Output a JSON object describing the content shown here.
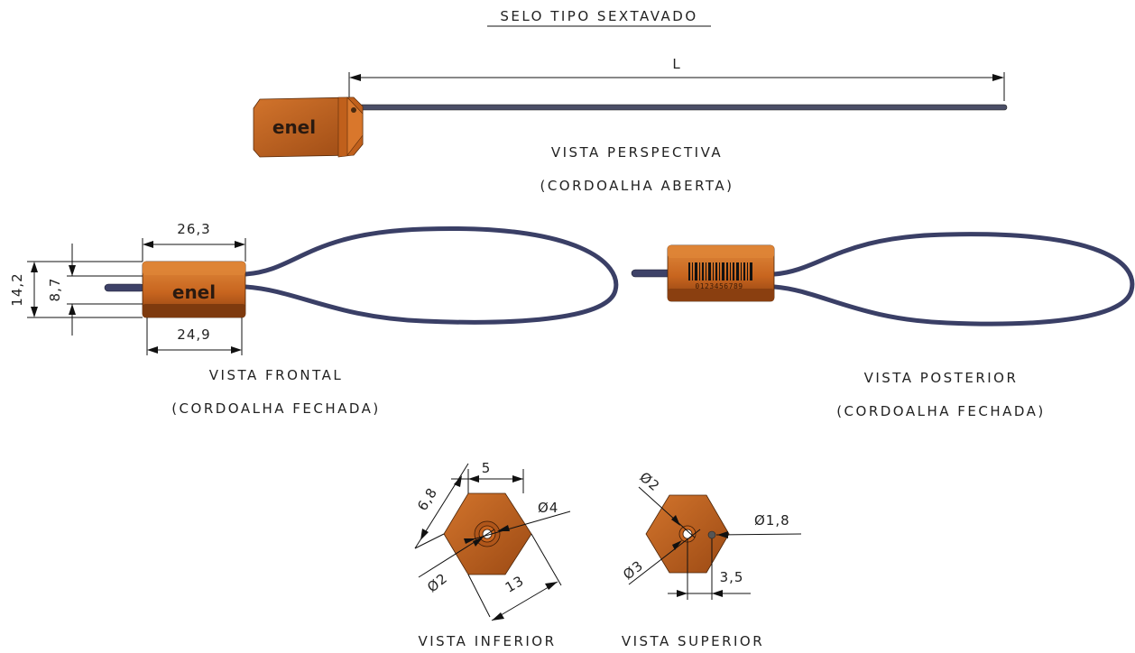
{
  "title": "SELO TIPO SEXTAVADO",
  "views": {
    "perspective": {
      "label_1": "VISTA PERSPECTIVA",
      "label_2": "(CORDOALHA ABERTA)",
      "dim_length": "L"
    },
    "front": {
      "label_1": "VISTA FRONTAL",
      "label_2": "(CORDOALHA FECHADA)",
      "dim_top_width": "26,3",
      "dim_bottom_width": "24,9",
      "dim_outer_height": "14,2",
      "dim_inner_height": "8,7"
    },
    "rear": {
      "label_1": "VISTA POSTERIOR",
      "label_2": "(CORDOALHA FECHADA)",
      "barcode_number": "0123456789"
    },
    "bottom": {
      "label": "VISTA INFERIOR",
      "dim_width": "5",
      "dim_side": "6,8",
      "dim_dia_outer": "Ø4",
      "dim_dia_inner": "Ø2",
      "dim_across": "13"
    },
    "top": {
      "label": "VISTA SUPERIOR",
      "dim_dia_top": "Ø2",
      "dim_dia_left": "Ø3",
      "dim_dia_wire": "Ø1,8",
      "dim_offset": "3,5"
    }
  },
  "brand_text": "enel",
  "colors": {
    "seal": "#c8651f",
    "seal_dark": "#8a3f10",
    "seal_light": "#e07f30",
    "wire": "#3a3f66"
  }
}
